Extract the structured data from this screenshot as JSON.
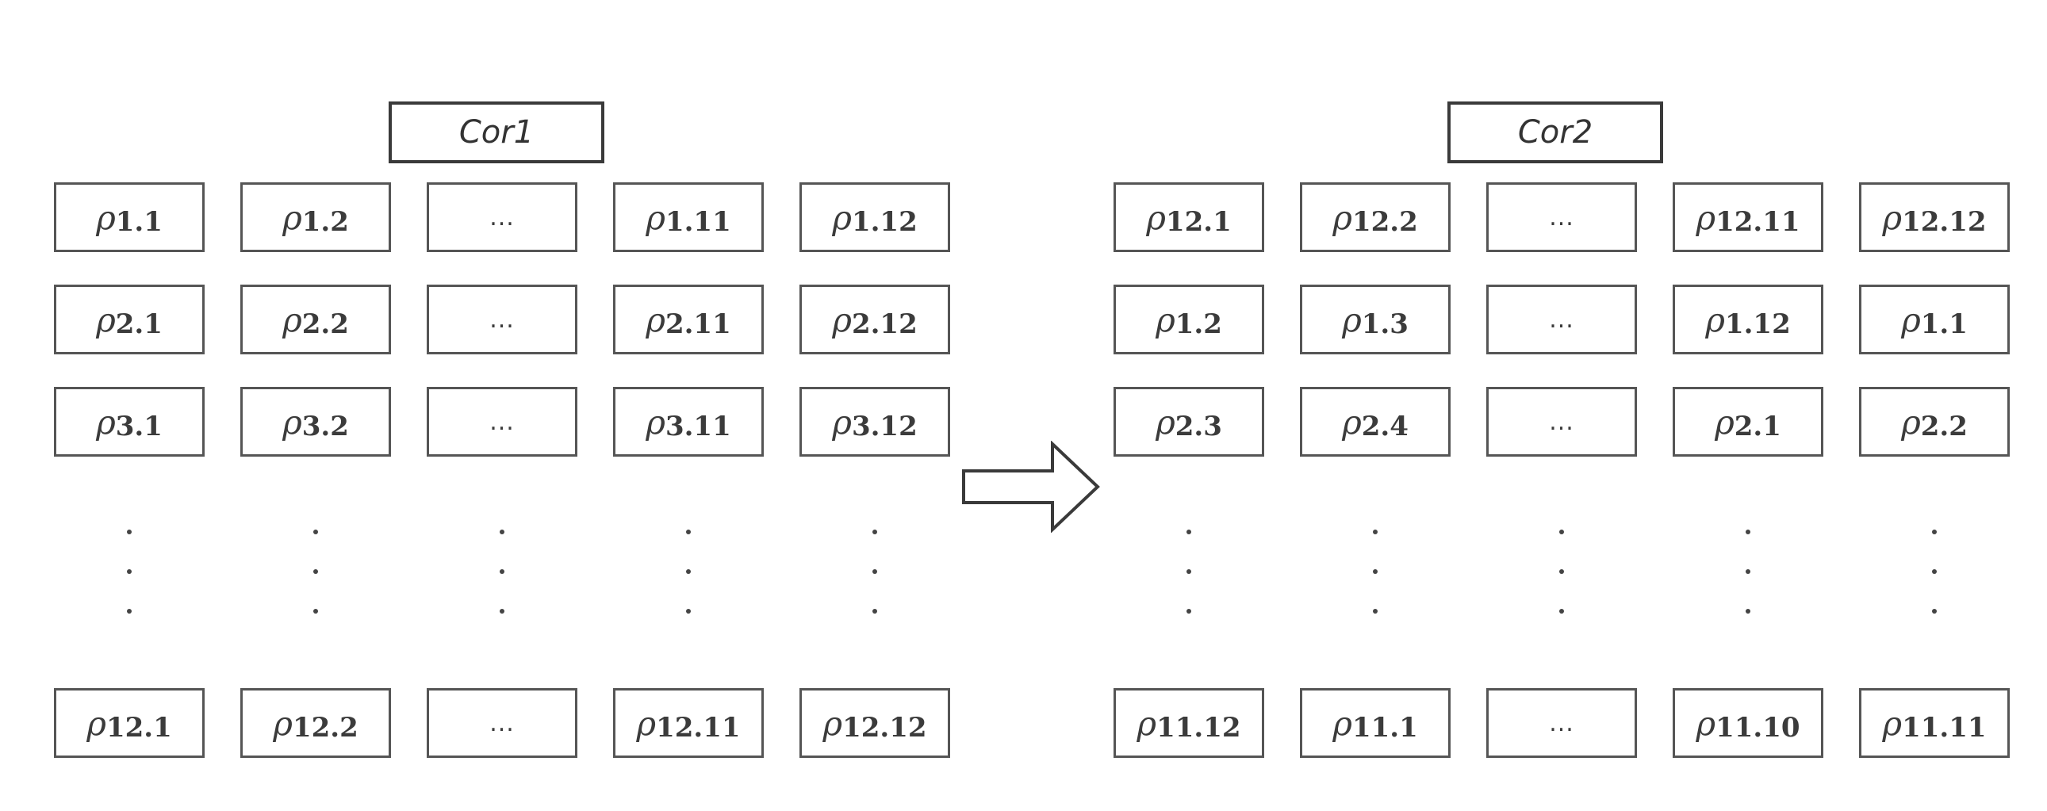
{
  "diagram": {
    "left": {
      "title": "Cor1",
      "rows": [
        [
          {
            "sym": "ρ",
            "sub": "1.1"
          },
          {
            "sym": "ρ",
            "sub": "1.2"
          },
          {
            "text": "..."
          },
          {
            "sym": "ρ",
            "sub": "1.11"
          },
          {
            "sym": "ρ",
            "sub": "1.12"
          }
        ],
        [
          {
            "sym": "ρ",
            "sub": "2.1"
          },
          {
            "sym": "ρ",
            "sub": "2.2"
          },
          {
            "text": "..."
          },
          {
            "sym": "ρ",
            "sub": "2.11"
          },
          {
            "sym": "ρ",
            "sub": "2.12"
          }
        ],
        [
          {
            "sym": "ρ",
            "sub": "3.1"
          },
          {
            "sym": "ρ",
            "sub": "3.2"
          },
          {
            "text": "..."
          },
          {
            "sym": "ρ",
            "sub": "3.11"
          },
          {
            "sym": "ρ",
            "sub": "3.12"
          }
        ],
        [
          {
            "sym": "ρ",
            "sub": "12.1"
          },
          {
            "sym": "ρ",
            "sub": "12.2"
          },
          {
            "text": "..."
          },
          {
            "sym": "ρ",
            "sub": "12.11"
          },
          {
            "sym": "ρ",
            "sub": "12.12"
          }
        ]
      ]
    },
    "right": {
      "title": "Cor2",
      "rows": [
        [
          {
            "sym": "ρ",
            "sub": "12.1"
          },
          {
            "sym": "ρ",
            "sub": "12.2"
          },
          {
            "text": "..."
          },
          {
            "sym": "ρ",
            "sub": "12.11"
          },
          {
            "sym": "ρ",
            "sub": "12.12"
          }
        ],
        [
          {
            "sym": "ρ",
            "sub": "1.2"
          },
          {
            "sym": "ρ",
            "sub": "1.3"
          },
          {
            "text": "..."
          },
          {
            "sym": "ρ",
            "sub": "1.12"
          },
          {
            "sym": "ρ",
            "sub": "1.1"
          }
        ],
        [
          {
            "sym": "ρ",
            "sub": "2.3"
          },
          {
            "sym": "ρ",
            "sub": "2.4"
          },
          {
            "text": "..."
          },
          {
            "sym": "ρ",
            "sub": "2.1"
          },
          {
            "sym": "ρ",
            "sub": "2.2"
          }
        ],
        [
          {
            "sym": "ρ",
            "sub": "11.12"
          },
          {
            "sym": "ρ",
            "sub": "11.1"
          },
          {
            "text": "..."
          },
          {
            "sym": "ρ",
            "sub": "11.10"
          },
          {
            "sym": "ρ",
            "sub": "11.11"
          }
        ]
      ]
    },
    "arrow_icon": "right-arrow-icon",
    "colors": {
      "border": "#555555",
      "text": "#3b3b3b",
      "background": "#ffffff"
    }
  }
}
